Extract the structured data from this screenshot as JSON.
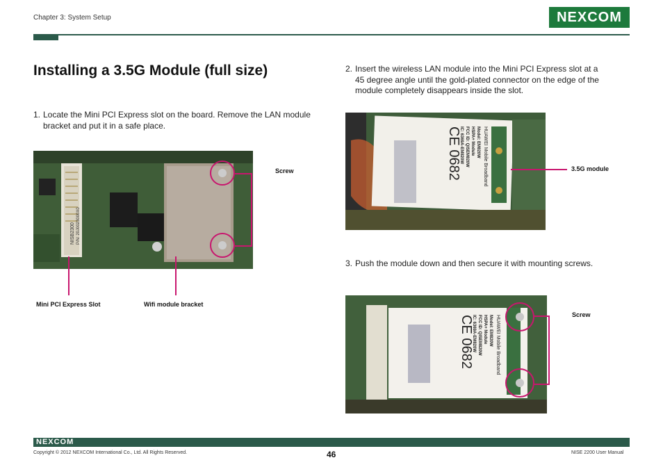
{
  "header": {
    "chapter": "Chapter 3: System Setup",
    "logo": "NEXCOM",
    "brand_color": "#1d7a3c",
    "rule_color": "#2b5a4a"
  },
  "title": "Installing a 3.5G Module (full size)",
  "steps": [
    {
      "num": "1.",
      "line1": "Locate the Mini PCI Express slot on the board. Remove the LAN module",
      "line2": "bracket and put it in a safe place."
    },
    {
      "num": "2.",
      "line1": "Insert the wireless LAN module into the Mini PCI Express slot at a",
      "line2": "45 degree angle until the gold-plated connector on the edge of the",
      "line3": "module completely disappears inside the slot."
    },
    {
      "num": "3.",
      "line1": "Push the module down and then secure it with mounting screws."
    }
  ],
  "callouts": {
    "screw_1": "Screw",
    "mini_pci_slot": "Mini PCI Express Slot",
    "wifi_bracket": "Wifi module bracket",
    "module_35g": "3.5G module",
    "screw_3": "Screw",
    "line_color": "#c8166e"
  },
  "photo_labels": {
    "board_marking": "NISB2300",
    "board_pn": "P/N: 20J0023000X0",
    "module_brand": "HUAWEI Mobile Broadband",
    "module_model": "Model: EM820W",
    "module_hspa": "HSPA+ Module",
    "module_fcc": "FCC ID: QISEM820W",
    "module_ic": "IC: 6369A-EM820W",
    "ce_mark": "CE 0682"
  },
  "footer": {
    "logo": "NEXCOM",
    "copyright": "Copyright © 2012 NEXCOM International Co., Ltd. All Rights Reserved.",
    "page_number": "46",
    "manual": "NISE 2200 User Manual"
  }
}
